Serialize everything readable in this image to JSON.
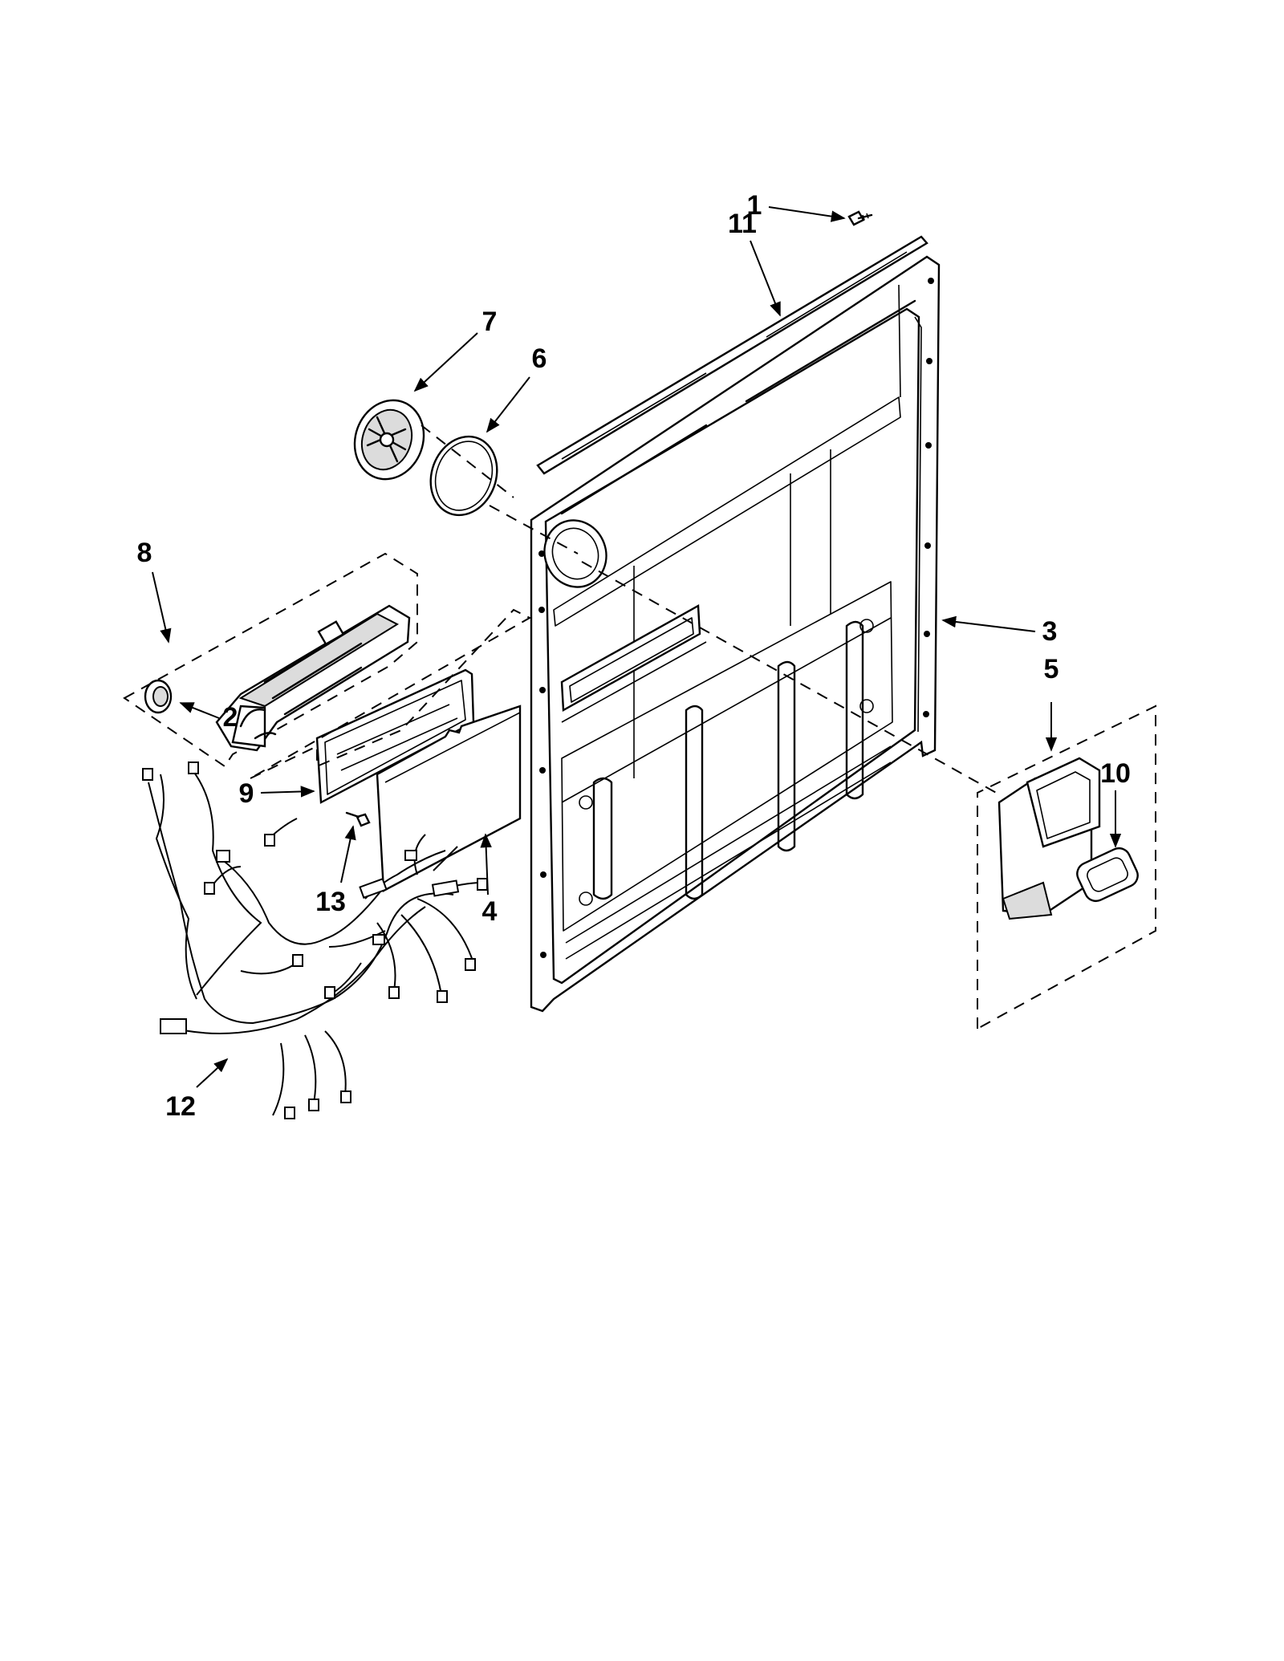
{
  "diagram": {
    "callouts": [
      {
        "id": "1",
        "label": "1"
      },
      {
        "id": "2",
        "label": "2"
      },
      {
        "id": "3",
        "label": "3"
      },
      {
        "id": "4",
        "label": "4"
      },
      {
        "id": "5",
        "label": "5"
      },
      {
        "id": "6",
        "label": "6"
      },
      {
        "id": "7",
        "label": "7"
      },
      {
        "id": "8",
        "label": "8"
      },
      {
        "id": "9",
        "label": "9"
      },
      {
        "id": "10",
        "label": "10"
      },
      {
        "id": "11",
        "label": "11"
      },
      {
        "id": "12",
        "label": "12"
      },
      {
        "id": "13",
        "label": "13"
      }
    ],
    "parts": [
      {
        "callout": "1",
        "depicts": "screw-icon"
      },
      {
        "callout": "2",
        "depicts": "knob-icon"
      },
      {
        "callout": "3",
        "depicts": "inner-door-panel"
      },
      {
        "callout": "4",
        "depicts": "control-board-cover"
      },
      {
        "callout": "5",
        "depicts": "vent-assembly"
      },
      {
        "callout": "6",
        "depicts": "gasket-ring"
      },
      {
        "callout": "7",
        "depicts": "vent-cap"
      },
      {
        "callout": "8",
        "depicts": "dispenser-assembly"
      },
      {
        "callout": "9",
        "depicts": "control-board"
      },
      {
        "callout": "10",
        "depicts": "vent-gasket"
      },
      {
        "callout": "11",
        "depicts": "door-strip"
      },
      {
        "callout": "12",
        "depicts": "wire-harness"
      },
      {
        "callout": "13",
        "depicts": "screw-icon"
      }
    ]
  }
}
